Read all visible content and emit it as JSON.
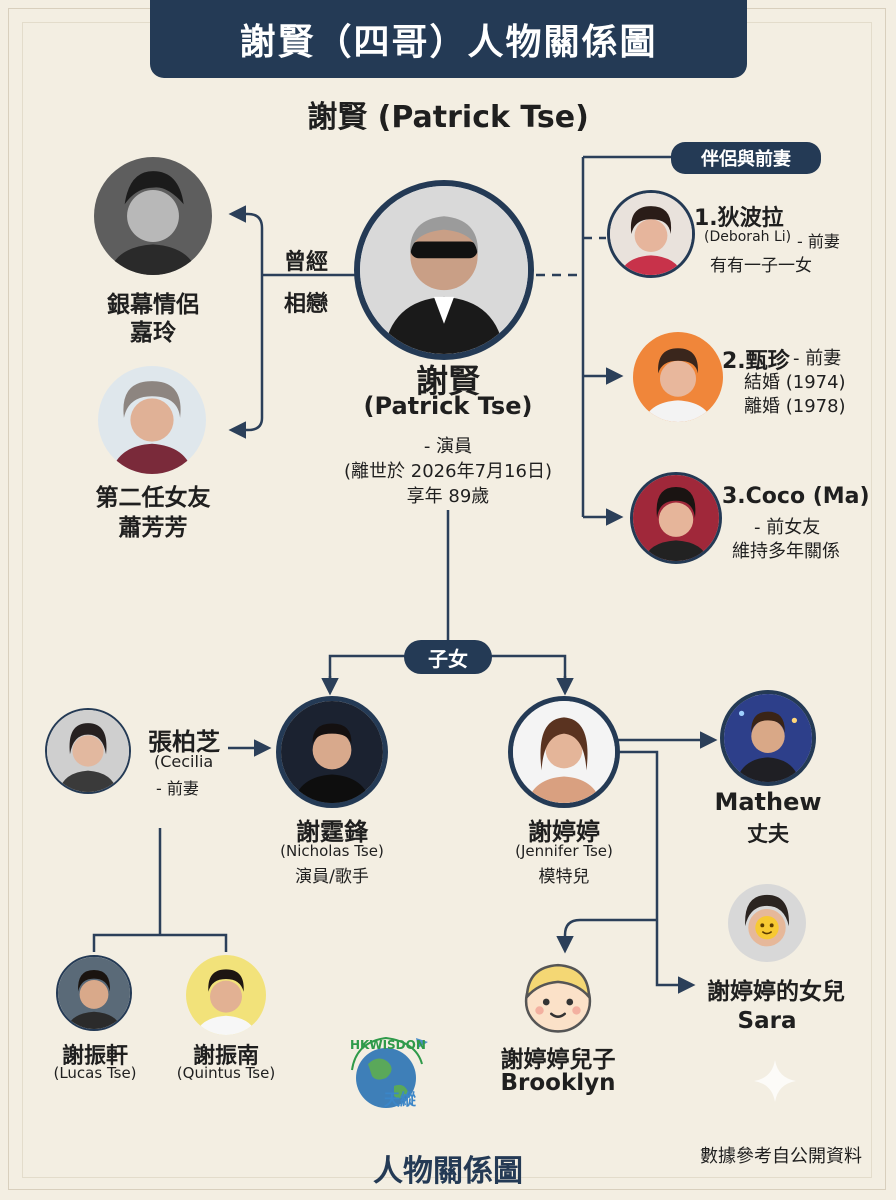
{
  "title": "謝賢（四哥）人物關係圖",
  "subtitle": "謝賢 (Patrick Tse)",
  "center": {
    "name": "謝賢",
    "en": "(Patrick Tse)",
    "role": "- 演員",
    "death": "(離世於 2026年7月16日)",
    "age": "享年 89歲"
  },
  "past_love": {
    "line1": "曾經",
    "line2": "相戀"
  },
  "lovers": [
    {
      "name1": "銀幕情侶",
      "name2": "嘉玲"
    },
    {
      "name1": "第二任女友",
      "name2": "蕭芳芳"
    }
  ],
  "partners_label": "伴侶與前妻",
  "partners": [
    {
      "name": "1.狄波拉",
      "en": "(Deborah Li)",
      "note": "- 前妻",
      "extra": "有有一子一女"
    },
    {
      "name": "2.甄珍",
      "note": "- 前妻",
      "line2": "結婚 (1974)",
      "line3": "離婚 (1978)"
    },
    {
      "name": "3.Coco (Ma)",
      "note": "- 前女友",
      "line2": "維持多年關係"
    }
  ],
  "children_label": "子女",
  "nicholas": {
    "name": "謝霆鋒",
    "en": "(Nicholas Tse)",
    "role": "演員/歌手"
  },
  "jennifer": {
    "name": "謝婷婷",
    "en": "(Jennifer Tse)",
    "role": "模特兒"
  },
  "cecilia": {
    "name": "張柏芝",
    "en": "(Cecilia",
    "note": "- 前妻"
  },
  "mathew": {
    "name": "Mathew",
    "role": "丈夫"
  },
  "grandsons": [
    {
      "name": "謝振軒",
      "en": "(Lucas Tse)"
    },
    {
      "name": "謝振南",
      "en": "(Quintus Tse)"
    }
  ],
  "brooklyn": {
    "name": "謝婷婷兒子",
    "en": "Brooklyn"
  },
  "sara": {
    "name": "謝婷婷的女兒",
    "en": "Sara"
  },
  "logo": {
    "text1": "HKWISDON",
    "text2": "天縱"
  },
  "footer": {
    "title": "人物關係圖",
    "source": "數據參考自公開資料"
  },
  "colors": {
    "navy": "#243a55",
    "background": "#f3eee2"
  }
}
